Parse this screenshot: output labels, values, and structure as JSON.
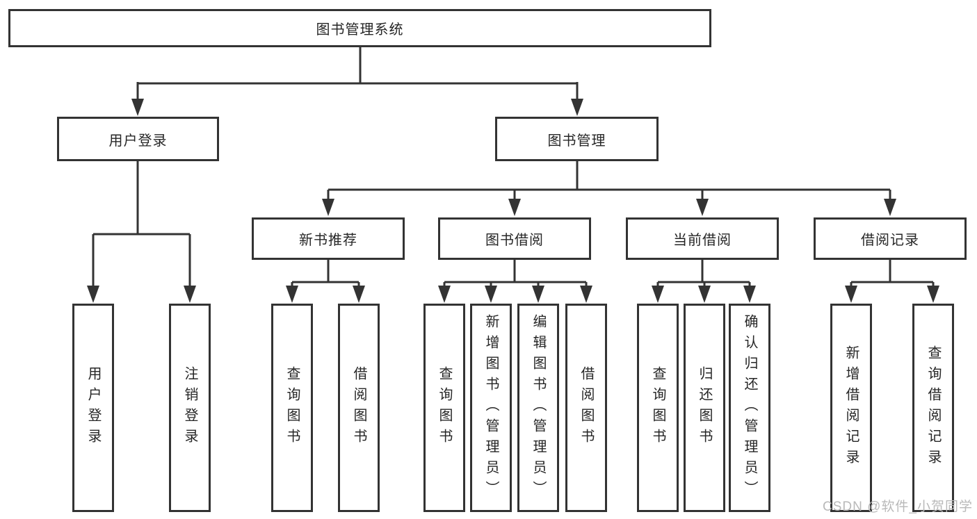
{
  "diagram_type": "tree",
  "tree": {
    "root": {
      "label": "图书管理系统",
      "children": [
        {
          "label": "用户登录",
          "children": [
            {
              "label": "用户登录"
            },
            {
              "label": "注销登录"
            }
          ]
        },
        {
          "label": "图书管理",
          "children": [
            {
              "label": "新书推荐",
              "children": [
                {
                  "label": "查询图书"
                },
                {
                  "label": "借阅图书"
                }
              ]
            },
            {
              "label": "图书借阅",
              "children": [
                {
                  "label": "查询图书"
                },
                {
                  "label": "新增图书（管理员）"
                },
                {
                  "label": "编辑图书（管理员）"
                },
                {
                  "label": "借阅图书"
                }
              ]
            },
            {
              "label": "当前借阅",
              "children": [
                {
                  "label": "查询图书"
                },
                {
                  "label": "归还图书"
                },
                {
                  "label": "确认归还（管理员）"
                }
              ]
            },
            {
              "label": "借阅记录",
              "children": [
                {
                  "label": "新增借阅记录"
                },
                {
                  "label": "查询借阅记录"
                }
              ]
            }
          ]
        }
      ]
    }
  },
  "watermark": {
    "text": "CSDN @软件_小贺同学"
  },
  "colors": {
    "line": "#333333",
    "box_border": "#333333",
    "text": "#262626",
    "watermark": "#b9b9b9",
    "background": "#ffffff"
  }
}
